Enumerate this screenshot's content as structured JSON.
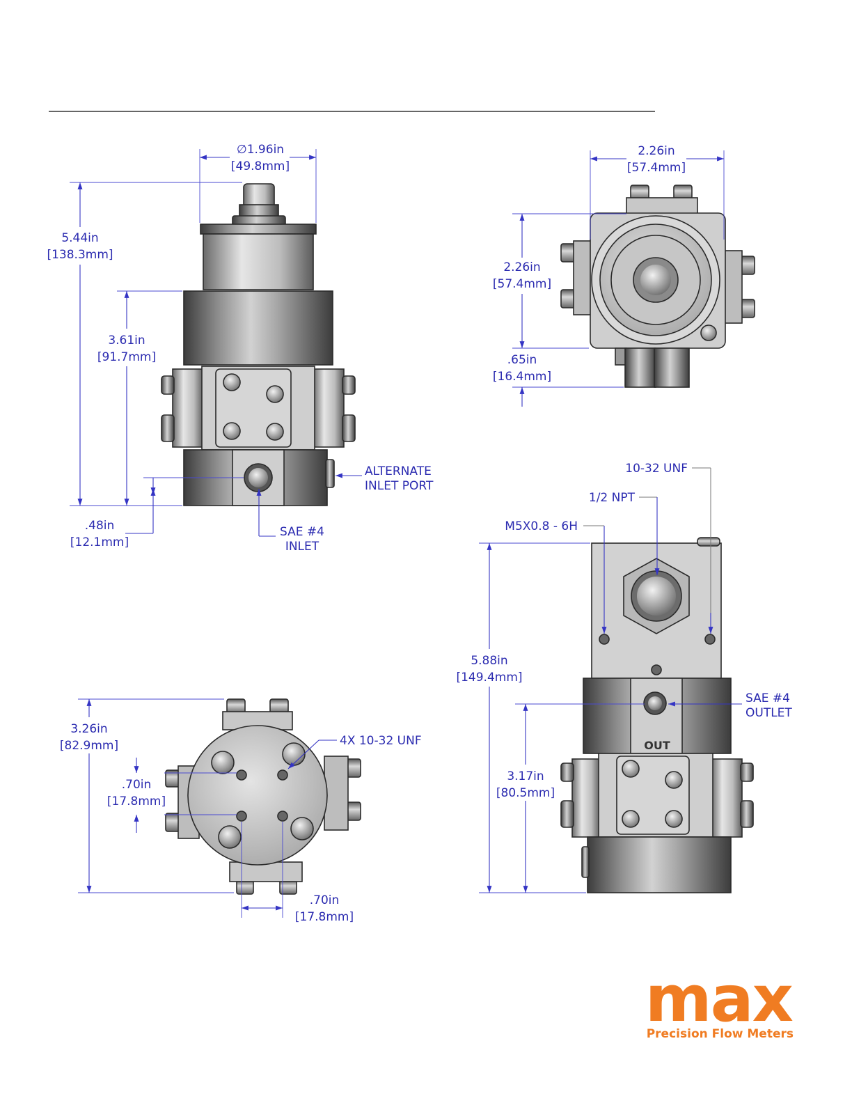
{
  "colors": {
    "dimension": "#2b2bb0",
    "brand": "#f07c22",
    "part_light": "#d8d8d8",
    "part_dark": "#3a3a3a"
  },
  "views": {
    "front": {
      "diameter_in": "∅1.96in",
      "diameter_mm": "[49.8mm]",
      "height_in": "5.44in",
      "height_mm": "[138.3mm]",
      "body_in": "3.61in",
      "body_mm": "[91.7mm]",
      "port_in": ".48in",
      "port_mm": "[12.1mm]",
      "alt_port_line1": "ALTERNATE",
      "alt_port_line2": "INLET PORT",
      "inlet_line1": "SAE #4",
      "inlet_line2": "INLET"
    },
    "top": {
      "width_in": "2.26in",
      "width_mm": "[57.4mm]",
      "depth_in": "2.26in",
      "depth_mm": "[57.4mm]",
      "offset_in": ".65in",
      "offset_mm": "[16.4mm]"
    },
    "bottom": {
      "height_in": "3.26in",
      "height_mm": "[82.9mm]",
      "vspacing_in": ".70in",
      "vspacing_mm": "[17.8mm]",
      "hspacing_in": ".70in",
      "hspacing_mm": "[17.8mm]",
      "thread_label": "4X 10-32 UNF"
    },
    "side": {
      "thread_top": "10-32 UNF",
      "npt": "1/2 NPT",
      "metric_thread": "M5X0.8 - 6H",
      "height_in": "5.88in",
      "height_mm": "[149.4mm]",
      "outlet_line1": "SAE #4",
      "outlet_line2": "OUTLET",
      "outlet_in": "3.17in",
      "outlet_mm": "[80.5mm]",
      "stamp": "OUT"
    }
  },
  "brand": {
    "name": "max",
    "tagline": "Precision Flow Meters"
  }
}
